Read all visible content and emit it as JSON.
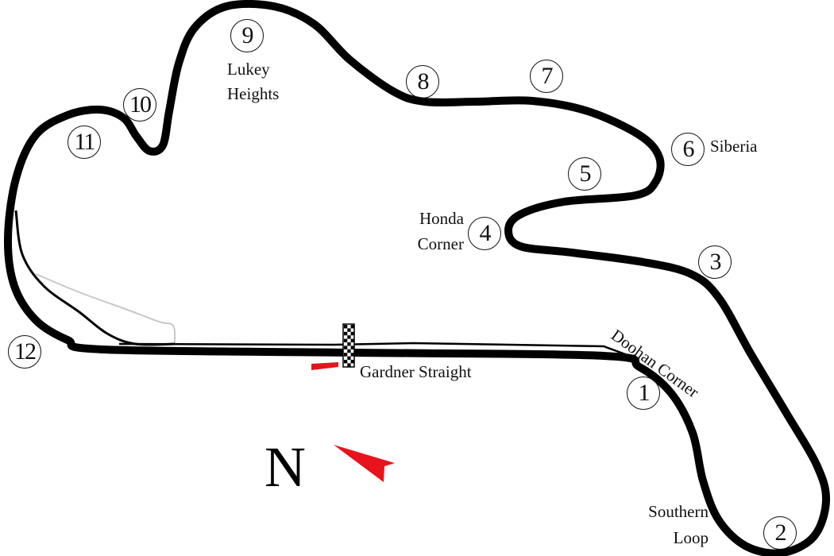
{
  "title": "Phillip Island Grand Prix Circuit",
  "corners": [
    {
      "number": "1",
      "name": "Doohan Corner"
    },
    {
      "number": "2",
      "name": "Southern Loop"
    },
    {
      "number": "3",
      "name": ""
    },
    {
      "number": "4",
      "name": "Honda Corner"
    },
    {
      "number": "5",
      "name": ""
    },
    {
      "number": "6",
      "name": "Siberia"
    },
    {
      "number": "7",
      "name": ""
    },
    {
      "number": "8",
      "name": ""
    },
    {
      "number": "9",
      "name": "Lukey Heights"
    },
    {
      "number": "10",
      "name": ""
    },
    {
      "number": "11",
      "name": ""
    },
    {
      "number": "12",
      "name": ""
    }
  ],
  "labels": {
    "lukey_1": "Lukey",
    "lukey_2": "Heights",
    "honda_1": "Honda",
    "honda_2": "Corner",
    "siberia": "Siberia",
    "gardner": "Gardner Straight",
    "doohan": "Doohan Corner",
    "southern_1": "Southern",
    "southern_2": "Loop"
  },
  "compass": {
    "letter": "N"
  },
  "colors": {
    "track": "#000000",
    "accent": "#e8141b",
    "pitlane_old": "#c8c8c8"
  }
}
